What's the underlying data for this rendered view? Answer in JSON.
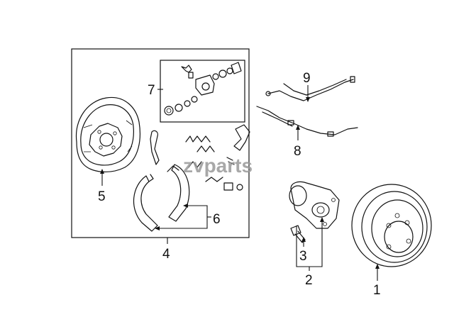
{
  "watermark": "zvparts",
  "callouts": {
    "c1": "1",
    "c2": "2",
    "c3": "3",
    "c4": "4",
    "c5": "5",
    "c6": "6",
    "c7": "7",
    "c8": "8",
    "c9": "9"
  }
}
